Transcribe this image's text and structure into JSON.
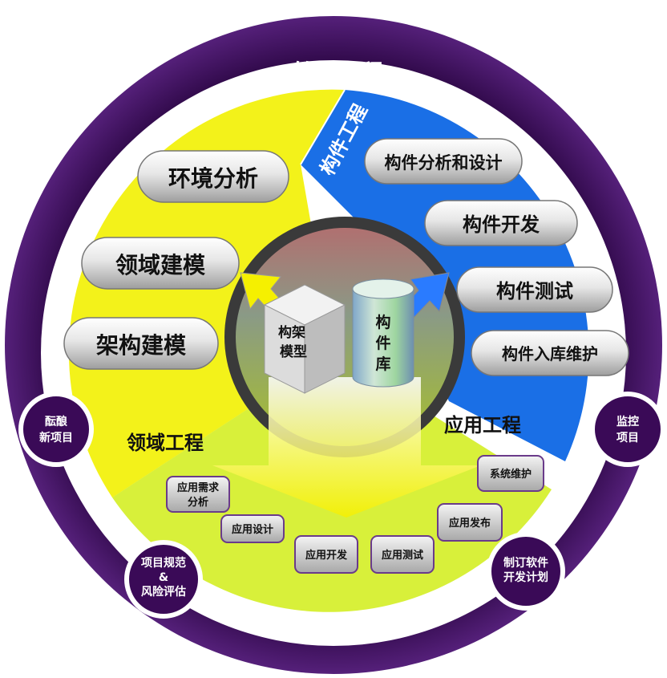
{
  "outer_title": "管理工程",
  "component_engineering": {
    "title": "构件工程",
    "items": [
      "构件分析和设计",
      "构件开发",
      "构件测试",
      "构件入库维护"
    ]
  },
  "domain_engineering": {
    "title": "领域工程",
    "items": [
      "环境分析",
      "领域建模",
      "架构建模"
    ]
  },
  "application_engineering": {
    "title": "应用工程",
    "items": [
      [
        "应用需求",
        "分析"
      ],
      [
        "应用设计"
      ],
      [
        "应用开发"
      ],
      [
        "应用测试"
      ],
      [
        "应用发布"
      ],
      [
        "系统维护"
      ]
    ]
  },
  "center": {
    "cube_label": [
      "构架",
      "模型"
    ],
    "library_label": [
      "构",
      "件",
      "库"
    ]
  },
  "ring_circles": {
    "left_top": [
      "酝酿",
      "新项目"
    ],
    "left_bottom": [
      "项目规范",
      "&",
      "风险评估"
    ],
    "right_top": [
      "监控",
      "项目"
    ],
    "right_bottom": [
      "制订软件",
      "开发计划"
    ]
  },
  "colors": {
    "ring": "#3a0a57",
    "component_sector": "#1a6fe6",
    "domain_sector": "#f3f21a",
    "application_sector": "#d8f03a",
    "pill": "#c8c8c8"
  }
}
